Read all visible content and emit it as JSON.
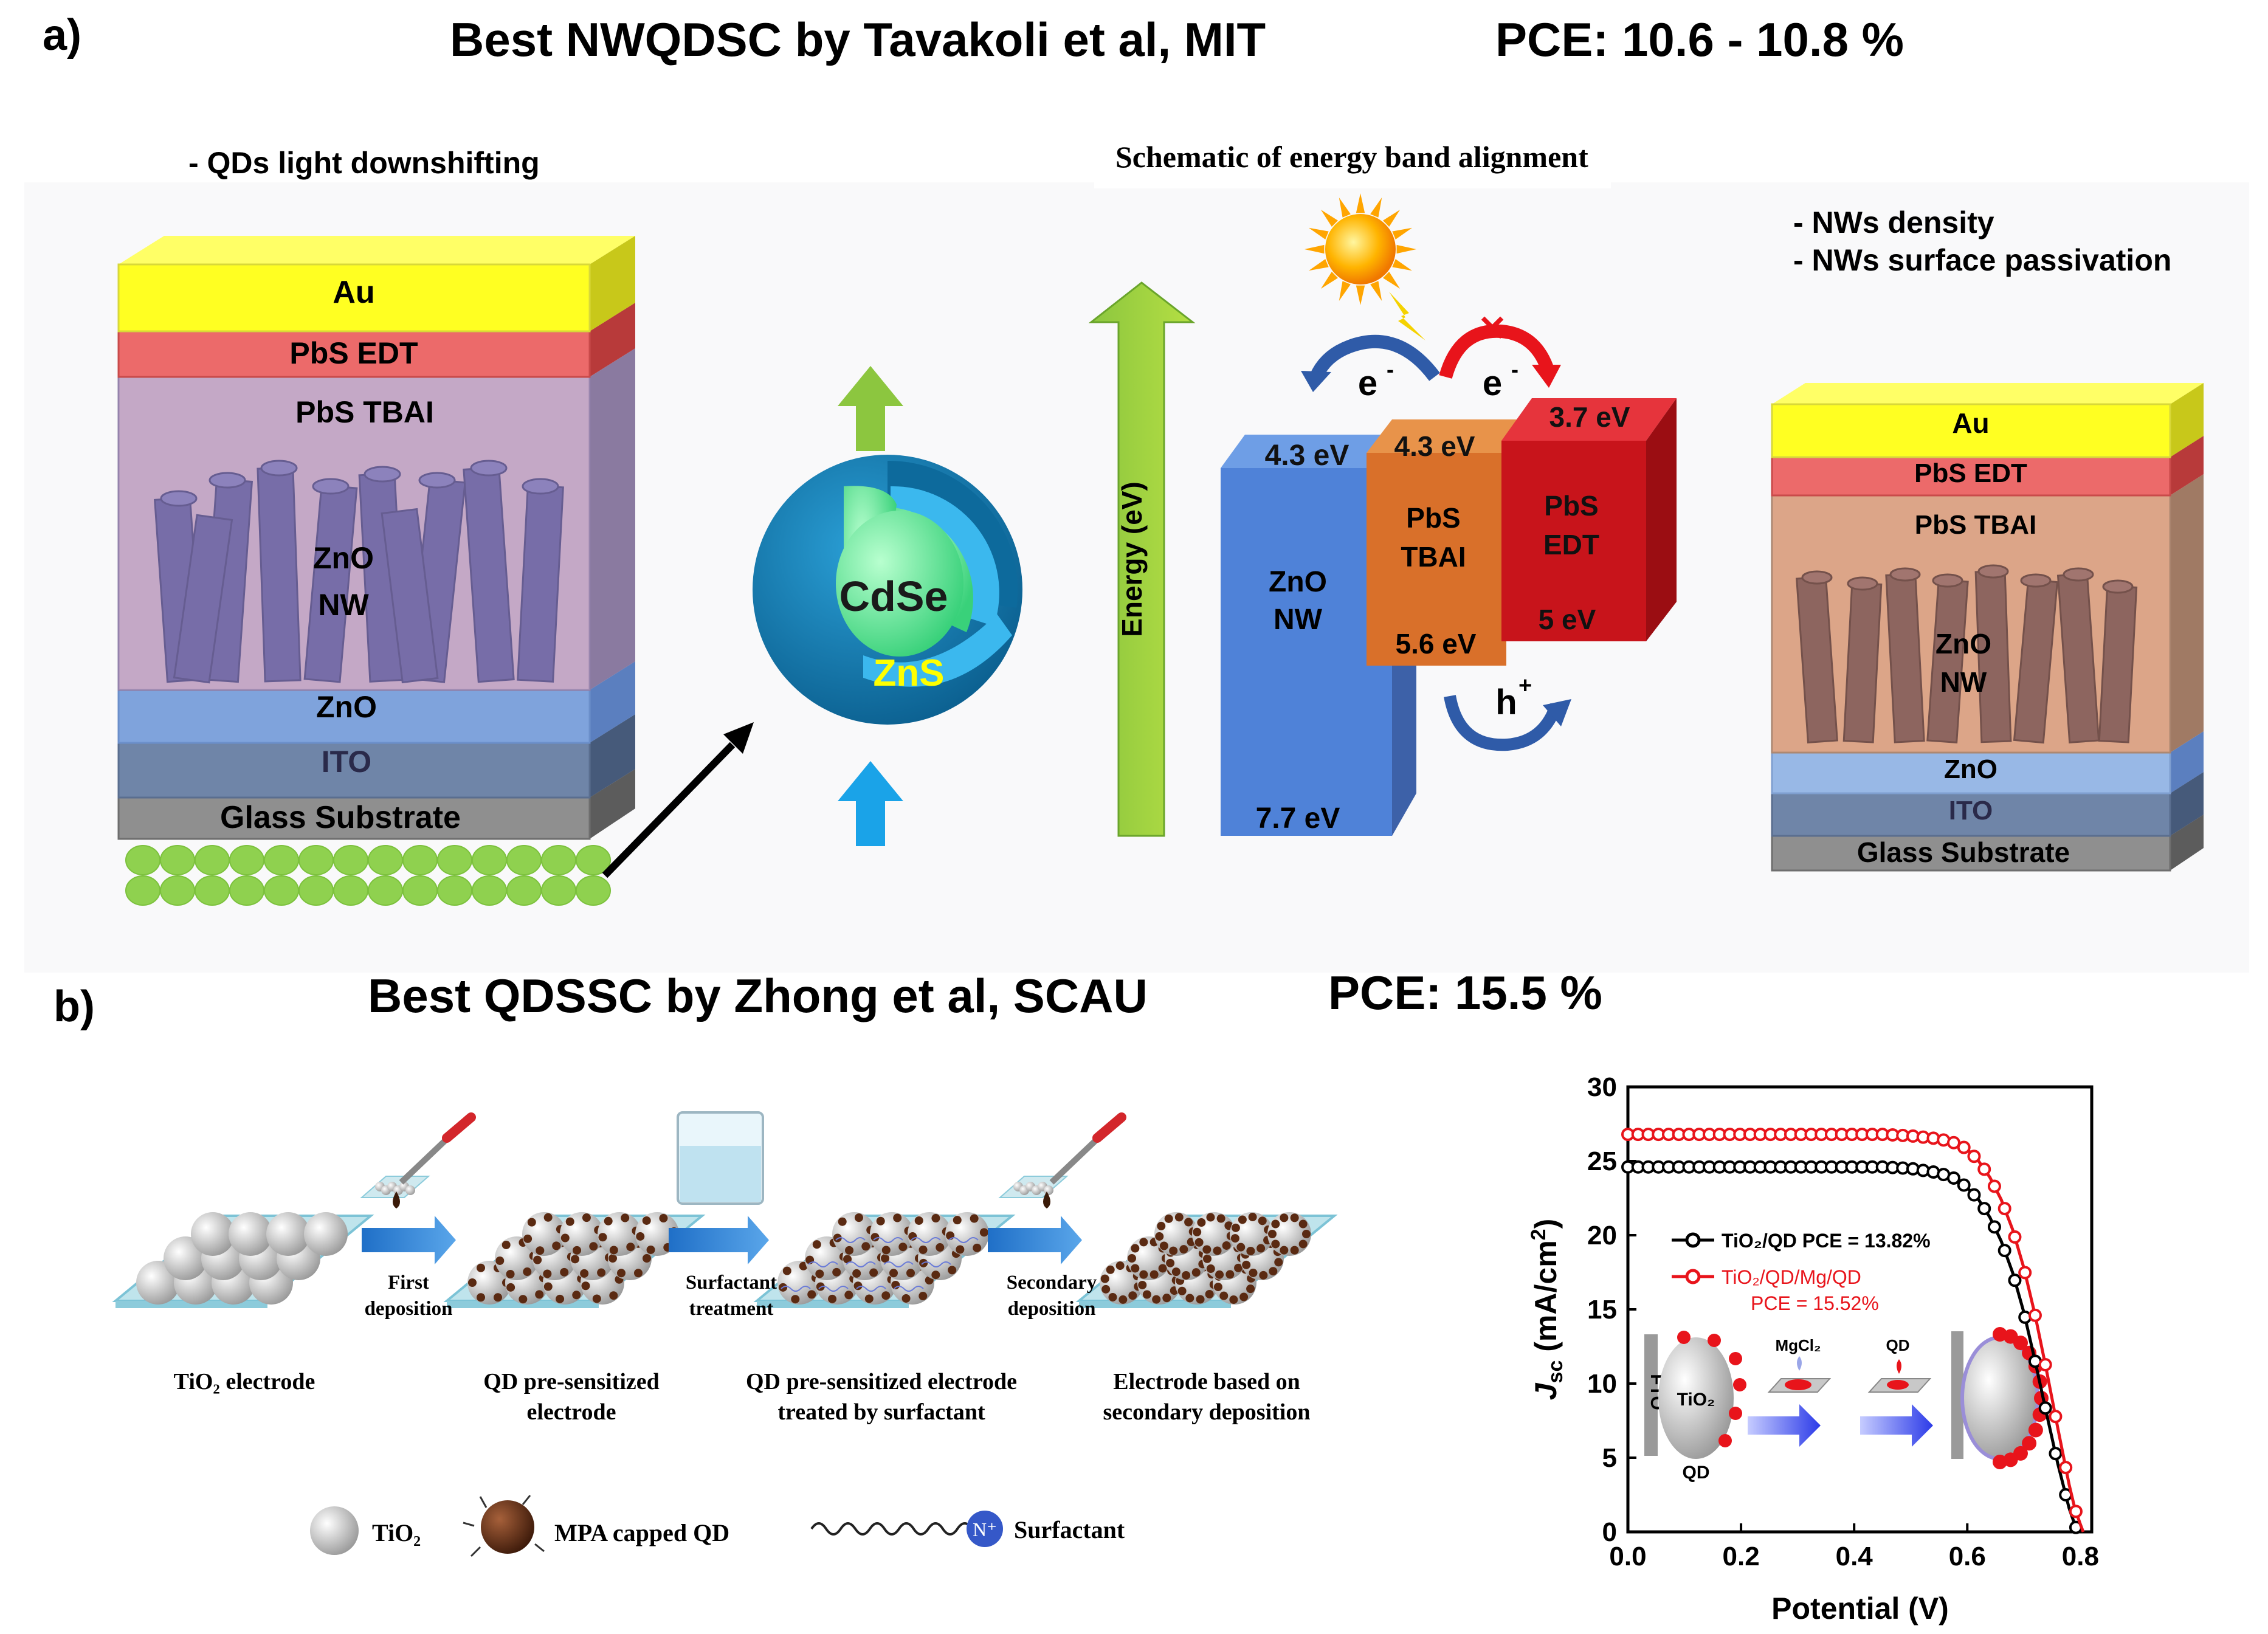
{
  "panel_a": {
    "label": "a)",
    "title": "Best NWQDSC by Tavakoli et al, MIT",
    "pce": "PCE: 10.6 - 10.8 %",
    "note_left": "- QDs light downshifting",
    "band_title": "Schematic of energy band alignment",
    "notes_right": [
      "- NWs density",
      "- NWs surface passivation"
    ],
    "stack_left": {
      "au": "Au",
      "pbs_edt": "PbS EDT",
      "pbs_tbai": "PbS TBAI",
      "nw": [
        "ZnO",
        "NW"
      ],
      "zno": "ZnO",
      "ito": "ITO",
      "glass": "Glass Substrate"
    },
    "stack_right": {
      "au": "Au",
      "pbs_edt": "PbS EDT",
      "pbs_tbai": "PbS TBAI",
      "nw": [
        "ZnO",
        "NW"
      ],
      "zno": "ZnO",
      "ito": "ITO",
      "glass": "Glass Substrate"
    },
    "qd": {
      "core": "CdSe",
      "shell": "ZnS"
    },
    "energy_axis": "Energy (eV)",
    "bands": {
      "zno_top": "4.3 eV",
      "zno_bottom": "7.7 eV",
      "zno_name": [
        "ZnO",
        "NW"
      ],
      "tbai_top": "4.3 eV",
      "tbai_bottom": "5.6 eV",
      "tbai_name": [
        "PbS",
        "TBAI"
      ],
      "edt_top": "3.7 eV",
      "edt_bottom": "5 eV",
      "edt_name": [
        "PbS",
        "EDT"
      ],
      "electron": "e",
      "hole": "h"
    }
  },
  "panel_b": {
    "label": "b)",
    "title": "Best QDSSC by Zhong et al, SCAU",
    "pce": "PCE: 15.5 %",
    "steps": [
      {
        "line1": "First",
        "line2": "deposition"
      },
      {
        "line1": "Surfactant",
        "line2": "treatment"
      },
      {
        "line1": "Secondary",
        "line2": "deposition"
      }
    ],
    "captions": [
      {
        "line1": "TiO₂ electrode",
        "line2": ""
      },
      {
        "line1": "QD pre-sensitized",
        "line2": "electrode"
      },
      {
        "line1": "QD pre-sensitized electrode",
        "line2": "treated by surfactant"
      },
      {
        "line1": "Electrode based on",
        "line2": "secondary deposition"
      }
    ],
    "legend": {
      "tio2": "TiO₂",
      "qd": "MPA capped QD",
      "surfactant": "Surfactant",
      "n_plus": "N⁺"
    },
    "inset": {
      "fto": "FTO",
      "tio2": "TiO₂",
      "qd": "QD",
      "mgcl2": "MgCl₂",
      "qd2": "QD"
    }
  },
  "chart_data": {
    "type": "line",
    "xlabel": "Potential (V)",
    "ylabel": "Jsc (mA/cm²)",
    "xlim": [
      0.0,
      0.82
    ],
    "ylim": [
      0,
      30
    ],
    "xticks": [
      "0.0",
      "0.2",
      "0.4",
      "0.6",
      "0.8"
    ],
    "yticks": [
      "0",
      "5",
      "10",
      "15",
      "20",
      "25",
      "30"
    ],
    "legend_placement": "center-left",
    "series": [
      {
        "name": "TiO₂/QD PCE = 13.82%",
        "color": "#000000",
        "x": [
          0.0,
          0.05,
          0.1,
          0.15,
          0.2,
          0.25,
          0.3,
          0.35,
          0.4,
          0.45,
          0.5,
          0.55,
          0.58,
          0.6,
          0.62,
          0.64,
          0.66,
          0.68,
          0.7,
          0.72,
          0.74,
          0.76,
          0.78,
          0.79,
          0.795
        ],
        "values": [
          24.6,
          24.6,
          24.6,
          24.6,
          24.6,
          24.6,
          24.6,
          24.6,
          24.6,
          24.6,
          24.5,
          24.2,
          23.8,
          23.2,
          22.4,
          21.2,
          19.6,
          17.5,
          14.8,
          11.5,
          8.0,
          4.6,
          1.6,
          0.5,
          0.0
        ]
      },
      {
        "name": "TiO₂/QD/Mg/QD PCE = 15.52%",
        "color": "#e8141b",
        "x": [
          0.0,
          0.05,
          0.1,
          0.15,
          0.2,
          0.25,
          0.3,
          0.35,
          0.4,
          0.45,
          0.5,
          0.55,
          0.58,
          0.6,
          0.62,
          0.64,
          0.66,
          0.68,
          0.7,
          0.72,
          0.74,
          0.76,
          0.78,
          0.79,
          0.8,
          0.805
        ],
        "values": [
          26.8,
          26.8,
          26.8,
          26.8,
          26.8,
          26.8,
          26.8,
          26.8,
          26.8,
          26.8,
          26.7,
          26.5,
          26.2,
          25.8,
          25.0,
          23.9,
          22.4,
          20.4,
          17.8,
          14.6,
          10.9,
          7.0,
          3.2,
          1.6,
          0.5,
          0.0
        ]
      }
    ]
  }
}
